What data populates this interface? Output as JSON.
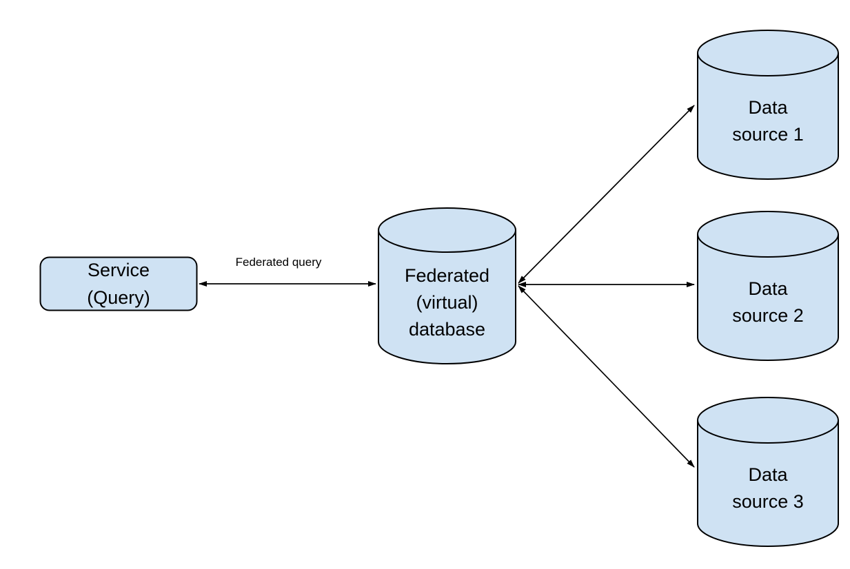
{
  "diagram": {
    "colors": {
      "background": "#ffffff",
      "node_fill": "#cfe2f3",
      "node_stroke": "#000000",
      "edge_color": "#000000",
      "text_color": "#000000"
    },
    "nodes": {
      "service": {
        "shape": "rounded-rectangle",
        "label": "Service\n(Query)"
      },
      "federated_db": {
        "shape": "cylinder",
        "label": "Federated\n(virtual)\ndatabase"
      },
      "ds1": {
        "shape": "cylinder",
        "label": "Data\nsource 1"
      },
      "ds2": {
        "shape": "cylinder",
        "label": "Data\nsource 2"
      },
      "ds3": {
        "shape": "cylinder",
        "label": "Data\nsource 3"
      }
    },
    "edges": [
      {
        "from": "service",
        "to": "federated_db",
        "bidirectional": true,
        "label": "Federated query"
      },
      {
        "from": "federated_db",
        "to": "ds1",
        "bidirectional": true,
        "label": ""
      },
      {
        "from": "federated_db",
        "to": "ds2",
        "bidirectional": true,
        "label": ""
      },
      {
        "from": "federated_db",
        "to": "ds3",
        "bidirectional": true,
        "label": ""
      }
    ]
  }
}
